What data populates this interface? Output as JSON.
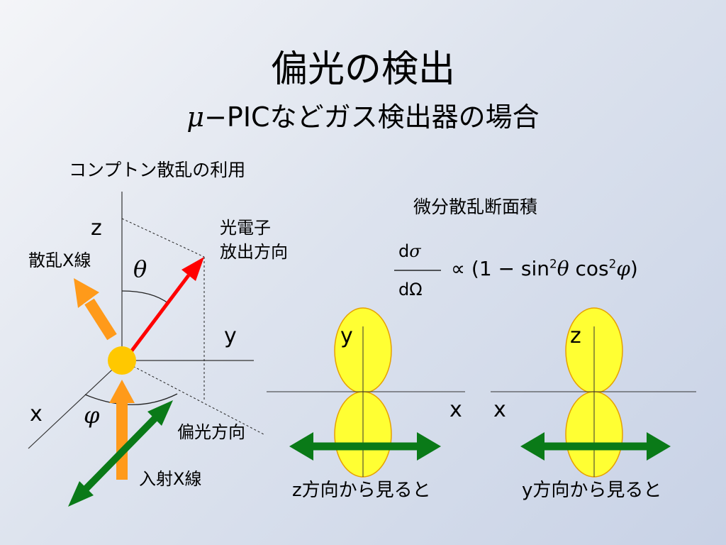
{
  "title": "偏光の検出",
  "subtitle": {
    "mu": "μ",
    "text": "−PICなどガス検出器の場合"
  },
  "section_label": "コンプトン散乱の利用",
  "diagram": {
    "axis_z": "z",
    "axis_y": "y",
    "axis_x": "x",
    "theta": "θ",
    "phi": "φ",
    "scattered_xray_label": "散乱X線",
    "photoelectron_label_line1": "光電子",
    "photoelectron_label_line2": "放出方向",
    "polarization_label": "偏光方向",
    "incident_xray_label": "入射X線"
  },
  "formula": {
    "title": "微分散乱断面積",
    "numerator_d": "d",
    "numerator_sigma": "σ",
    "denominator": "dΩ",
    "proportional": "∝",
    "open_paren": "(1 − sin",
    "exp1": "2",
    "theta": "θ",
    "cos": " cos",
    "exp2": "2",
    "phi": "φ",
    "close_paren": ")"
  },
  "views": [
    {
      "vertical_axis": "y",
      "horizontal_axis": "x",
      "caption_axis": "z",
      "caption_text": "方向から見ると"
    },
    {
      "vertical_axis": "z",
      "horizontal_axis": "x",
      "caption_axis": "y",
      "caption_text": "方向から見ると"
    }
  ],
  "colors": {
    "scattered_arrow": "#ff9a1a",
    "incident_arrow": "#ff9a1a",
    "photoelectron_arrow": "#ff0000",
    "polarization_arrow": "#0a7a18",
    "origin_dot": "#ffc800",
    "lobe_fill": "#ffff33",
    "lobe_stroke": "#e6a000"
  }
}
